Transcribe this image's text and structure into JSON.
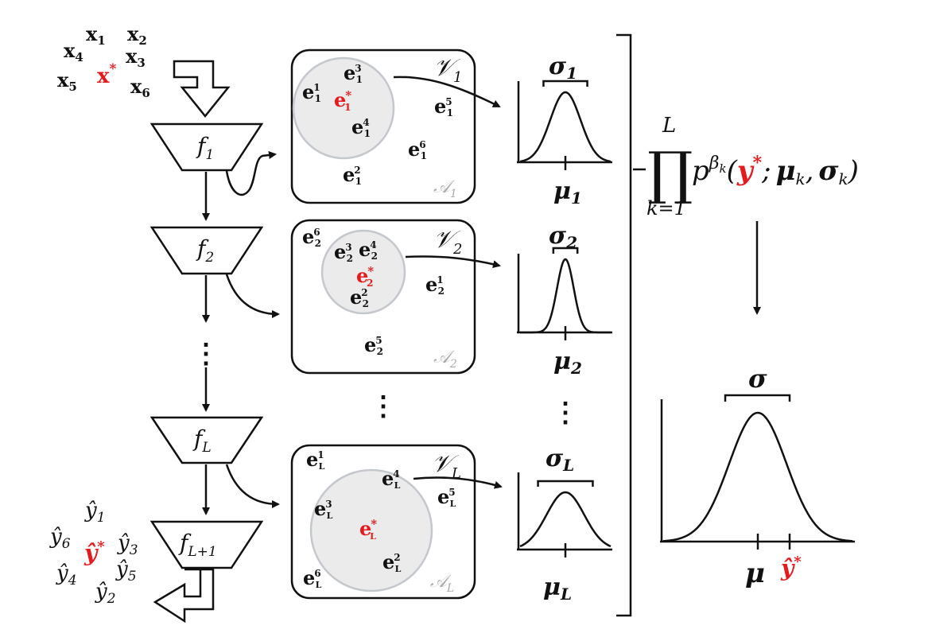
{
  "colors": {
    "highlight": "#e41a1c",
    "circle_fill": "#ebebeb",
    "circle_stroke": "#c4c8cc",
    "ink": "#111111",
    "set_label": "#aaaaaa"
  },
  "inputs": {
    "items": [
      {
        "base": "x",
        "sub": "1"
      },
      {
        "base": "x",
        "sub": "2"
      },
      {
        "base": "x",
        "sub": "4"
      },
      {
        "base": "x",
        "sub": "3"
      },
      {
        "base": "x",
        "sub": "5"
      },
      {
        "base": "x",
        "sub": "6"
      }
    ],
    "query": {
      "base": "x",
      "sup": "*"
    }
  },
  "layers": [
    {
      "base": "f",
      "sub": "1"
    },
    {
      "base": "f",
      "sub": "2"
    },
    {
      "base": "f",
      "sub": "L"
    },
    {
      "base": "f",
      "sub": "L+1"
    }
  ],
  "vertical_ellipsis": "⋮",
  "panels": [
    {
      "set_label": {
        "base": "𝒱",
        "sub": "1"
      },
      "region_label": {
        "base": "𝒜",
        "sub": "1"
      },
      "embeddings": [
        {
          "base": "e",
          "sub": "1",
          "sup": "3"
        },
        {
          "base": "e",
          "sub": "1",
          "sup": "1"
        },
        {
          "base": "e",
          "sub": "1",
          "sup": "*"
        },
        {
          "base": "e",
          "sub": "1",
          "sup": "4"
        },
        {
          "base": "e",
          "sub": "1",
          "sup": "5"
        },
        {
          "base": "e",
          "sub": "1",
          "sup": "6"
        },
        {
          "base": "e",
          "sub": "1",
          "sup": "2"
        }
      ]
    },
    {
      "set_label": {
        "base": "𝒱",
        "sub": "2"
      },
      "region_label": {
        "base": "𝒜",
        "sub": "2"
      },
      "embeddings": [
        {
          "base": "e",
          "sub": "2",
          "sup": "6"
        },
        {
          "base": "e",
          "sub": "2",
          "sup": "3"
        },
        {
          "base": "e",
          "sub": "2",
          "sup": "4"
        },
        {
          "base": "e",
          "sub": "2",
          "sup": "*"
        },
        {
          "base": "e",
          "sub": "2",
          "sup": "2"
        },
        {
          "base": "e",
          "sub": "2",
          "sup": "1"
        },
        {
          "base": "e",
          "sub": "2",
          "sup": "5"
        }
      ]
    },
    {
      "set_label": {
        "base": "𝒱",
        "sub": "L"
      },
      "region_label": {
        "base": "𝒜",
        "sub": "L"
      },
      "embeddings": [
        {
          "base": "e",
          "sub": "L",
          "sup": "1"
        },
        {
          "base": "e",
          "sub": "L",
          "sup": "4"
        },
        {
          "base": "e",
          "sub": "L",
          "sup": "5"
        },
        {
          "base": "e",
          "sub": "L",
          "sup": "3"
        },
        {
          "base": "e",
          "sub": "L",
          "sup": "*"
        },
        {
          "base": "e",
          "sub": "L",
          "sup": "2"
        },
        {
          "base": "e",
          "sub": "L",
          "sup": "6"
        }
      ]
    }
  ],
  "distributions": [
    {
      "sigma": {
        "base": "σ",
        "sub": "1"
      },
      "mu": {
        "base": "μ",
        "sub": "1"
      },
      "relative_width": 1.0
    },
    {
      "sigma": {
        "base": "σ",
        "sub": "2"
      },
      "mu": {
        "base": "μ",
        "sub": "2"
      },
      "relative_width": 0.55
    },
    {
      "sigma": {
        "base": "σ",
        "sub": "L"
      },
      "mu": {
        "base": "μ",
        "sub": "L"
      },
      "relative_width": 1.25
    }
  ],
  "product": {
    "upper": "L",
    "lower": "k=1",
    "operator": "∏",
    "p": "p",
    "beta": "β",
    "beta_sub": "k",
    "open": "(",
    "y": "y",
    "y_sup": "*",
    "separator": ";",
    "mu": "μ",
    "mu_sub": "k",
    "comma": ",",
    "sigma": "σ",
    "sigma_sub": "k",
    "close": ")"
  },
  "final_distribution": {
    "sigma": "σ",
    "mu": "μ",
    "yhat": "ŷ",
    "yhat_sup": "*"
  },
  "outputs": {
    "items": [
      {
        "base": "ŷ",
        "sub": "1"
      },
      {
        "base": "ŷ",
        "sub": "6"
      },
      {
        "base": "ŷ",
        "sub": "3"
      },
      {
        "base": "ŷ",
        "sub": "4"
      },
      {
        "base": "ŷ",
        "sub": "5"
      },
      {
        "base": "ŷ",
        "sub": "2"
      }
    ],
    "query": {
      "base": "ŷ",
      "sup": "*"
    }
  }
}
